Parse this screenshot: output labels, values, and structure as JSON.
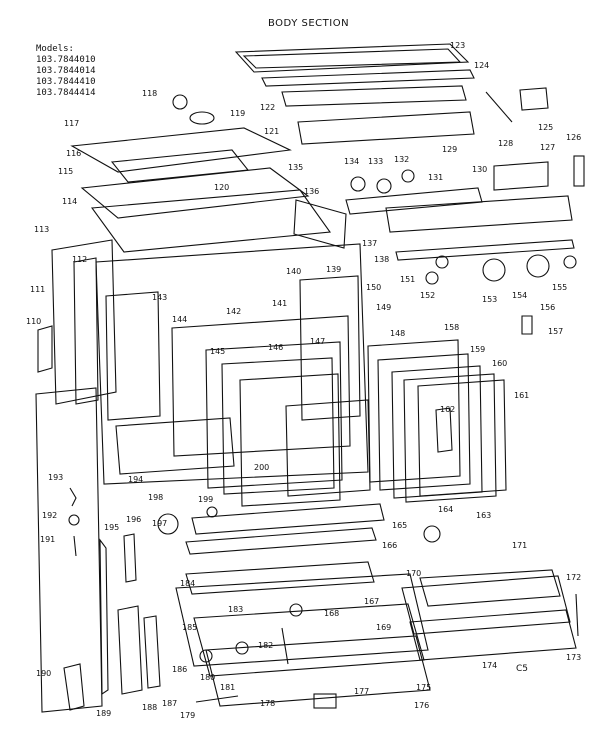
{
  "title": "BODY SECTION",
  "models_label": "Models:",
  "models": [
    "103.7844010",
    "103.7844014",
    "103.7844410",
    "103.7844414"
  ],
  "code": "C5",
  "callouts": [
    "123",
    "124",
    "125",
    "126",
    "127",
    "128",
    "129",
    "130",
    "131",
    "132",
    "133",
    "134",
    "135",
    "136",
    "137",
    "138",
    "139",
    "140",
    "141",
    "142",
    "143",
    "144",
    "145",
    "146",
    "147",
    "148",
    "149",
    "150",
    "151",
    "152",
    "153",
    "154",
    "155",
    "156",
    "157",
    "158",
    "159",
    "160",
    "161",
    "162",
    "163",
    "164",
    "165",
    "166",
    "167",
    "168",
    "169",
    "170",
    "171",
    "172",
    "173",
    "174",
    "175",
    "176",
    "177",
    "178",
    "179",
    "180",
    "181",
    "182",
    "183",
    "184",
    "185",
    "186",
    "187",
    "188",
    "189",
    "190",
    "191",
    "192",
    "193",
    "194",
    "195",
    "196",
    "197",
    "198",
    "199",
    "200",
    "110",
    "111",
    "112",
    "113",
    "114",
    "115",
    "116",
    "117",
    "118",
    "119",
    "120",
    "121",
    "122"
  ]
}
